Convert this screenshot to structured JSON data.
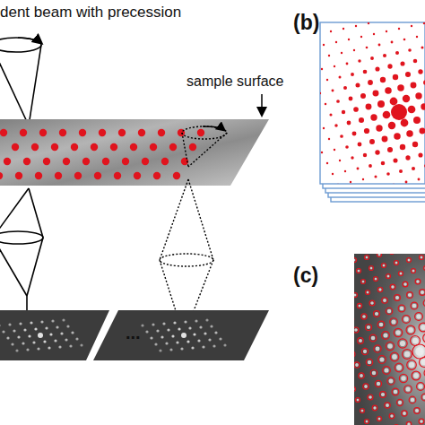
{
  "diagram": {
    "labels": [
      "dent beam with precession",
      "sample surface",
      "(b)",
      "(c)",
      "..."
    ]
  }
}
